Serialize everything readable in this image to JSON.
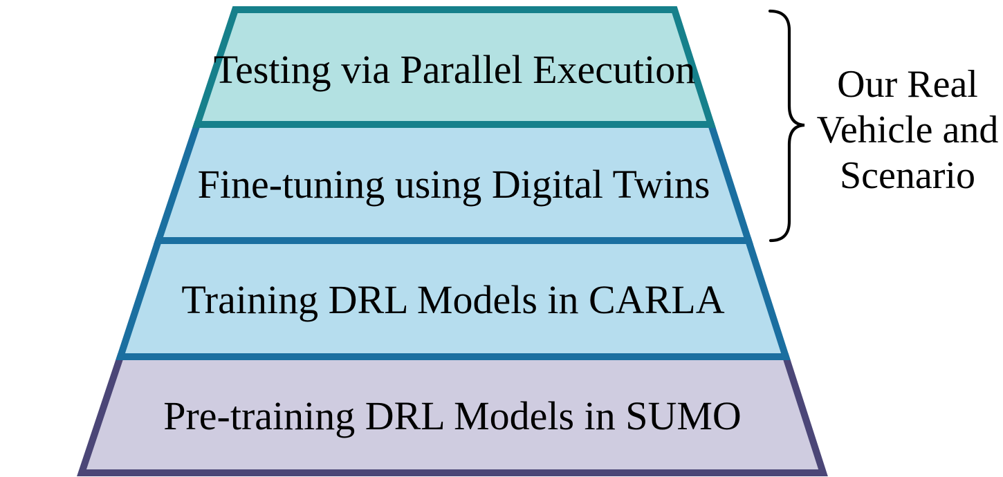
{
  "diagram": {
    "title": "DRL training pipeline pyramid",
    "pyramid": {
      "layers": [
        {
          "id": "testing-parallel-execution",
          "label": "Testing via Parallel Execution",
          "fill": "#b3e1e2",
          "stroke": "#16808b"
        },
        {
          "id": "fine-tuning-digital-twins",
          "label": "Fine-tuning using Digital Twins",
          "fill": "#b6ddee",
          "stroke": "#1b6fa0"
        },
        {
          "id": "training-carla",
          "label": "Training DRL Models in CARLA",
          "fill": "#b6ddee",
          "stroke": "#1b6fa0"
        },
        {
          "id": "pre-training-sumo",
          "label": "Pre-training DRL Models in SUMO",
          "fill": "#cfcce0",
          "stroke": "#4b4677"
        }
      ],
      "text_color": "#000000"
    },
    "annotation": {
      "lines": [
        "Our Real",
        "Vehicle and",
        "Scenario"
      ],
      "color": "#000000",
      "brace_color": "#000000"
    }
  }
}
